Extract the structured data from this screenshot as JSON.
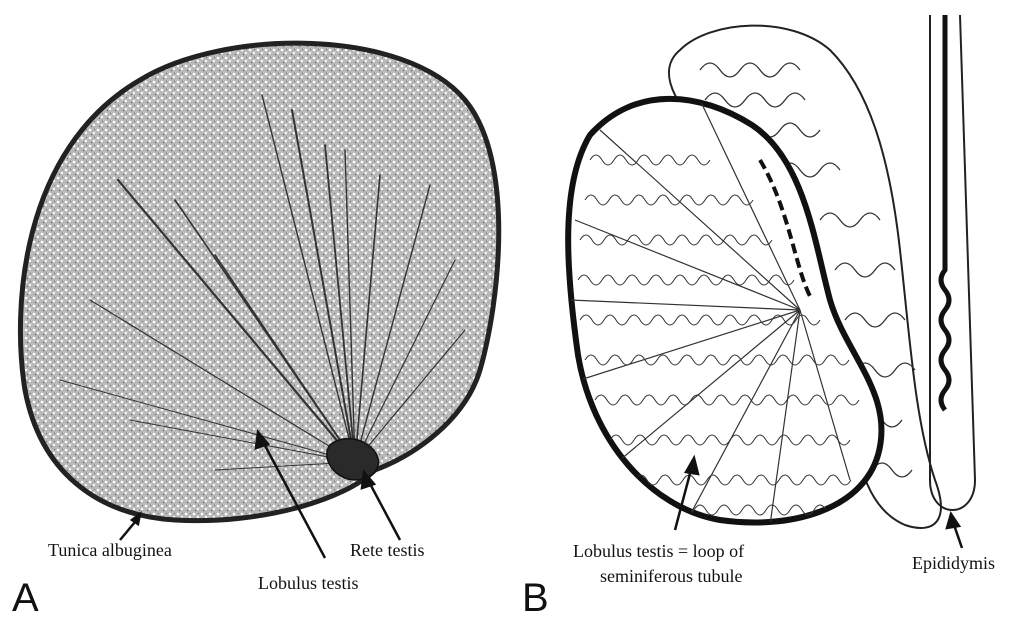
{
  "panel_a": {
    "letter": "A",
    "labels": {
      "tunica": "Tunica albuginea",
      "lobulus": "Lobulus testis",
      "rete": "Rete testis"
    }
  },
  "panel_b": {
    "letter": "B",
    "labels": {
      "lobulus_line1": "Lobulus testis = loop of",
      "lobulus_line2": "seminiferous tubule",
      "epididymis": "Epididymis"
    }
  },
  "colors": {
    "ink": "#111111",
    "tissue": "#9a9a9a",
    "outline": "#222222"
  }
}
